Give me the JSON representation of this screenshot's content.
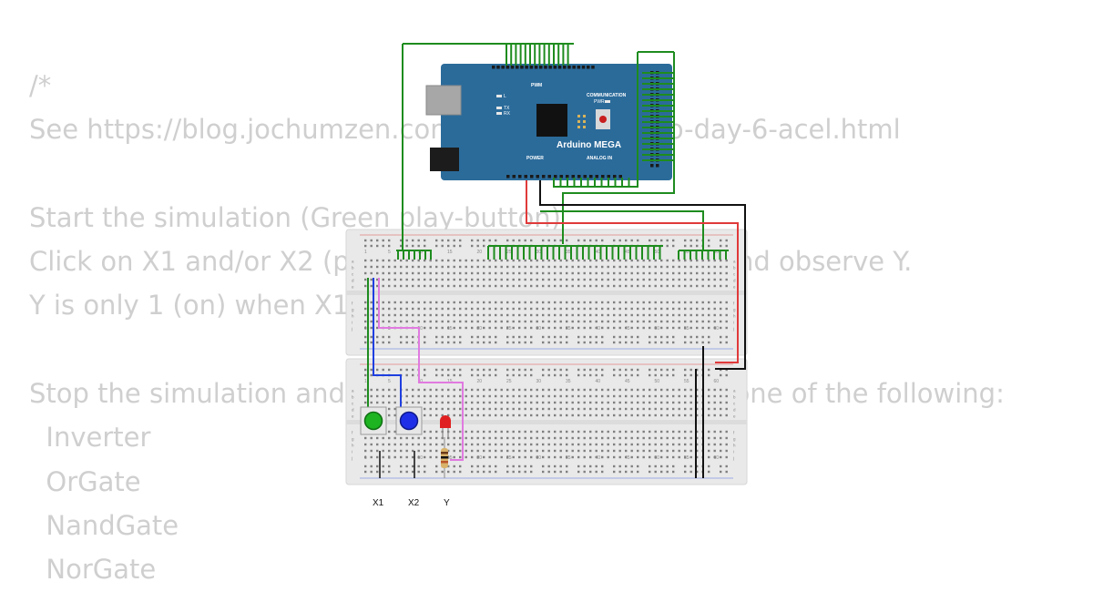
{
  "code": {
    "lines": [
      "/*",
      "See https://blog.jochumzen.com/2022/11/arduino-day-6-acel.html",
      "",
      "Start the simulation (Green play-button)",
      "Click on X1 and/or X2 (pushbuttons) to toggle them and observe Y.",
      "Y is only 1 (on) when X1 and X2 are 1 (on).",
      "",
      "Stop the simulation and replace AndGate below with one of the following:",
      "  Inverter",
      "  OrGate",
      "  NandGate",
      "  NorGate"
    ]
  },
  "arduino": {
    "name": "Arduino MEGA",
    "pwm_label": "PWM",
    "communication_label": "COMMUNICATION",
    "power_label": "POWER",
    "analog_label": "ANALOG IN",
    "pwr_label": "PWR",
    "led_l": "L",
    "led_tx": "TX",
    "led_rx": "RX",
    "board_color": "#2b6b9a"
  },
  "breadboard": {
    "col_numbers": [
      "1",
      "5",
      "10",
      "15",
      "20",
      "25",
      "30",
      "35",
      "40",
      "45",
      "50",
      "55",
      "60"
    ],
    "row_letters": [
      "a",
      "b",
      "c",
      "d",
      "e",
      "f",
      "g",
      "h",
      "i",
      "j"
    ]
  },
  "components": {
    "button_x1": {
      "label": "X1",
      "cap_color": "#1db321"
    },
    "button_x2": {
      "label": "X2",
      "cap_color": "#1f2fe8"
    },
    "led_y": {
      "label": "Y",
      "color": "#e02020"
    },
    "resistor": {
      "bands": [
        "#6b3a1a",
        "#111111",
        "#b9552a"
      ]
    }
  },
  "wire_colors": {
    "green": "#1e8c1e",
    "red": "#e03a3a",
    "black": "#111111",
    "blue": "#1f3fe0",
    "pink": "#e07ae0"
  }
}
